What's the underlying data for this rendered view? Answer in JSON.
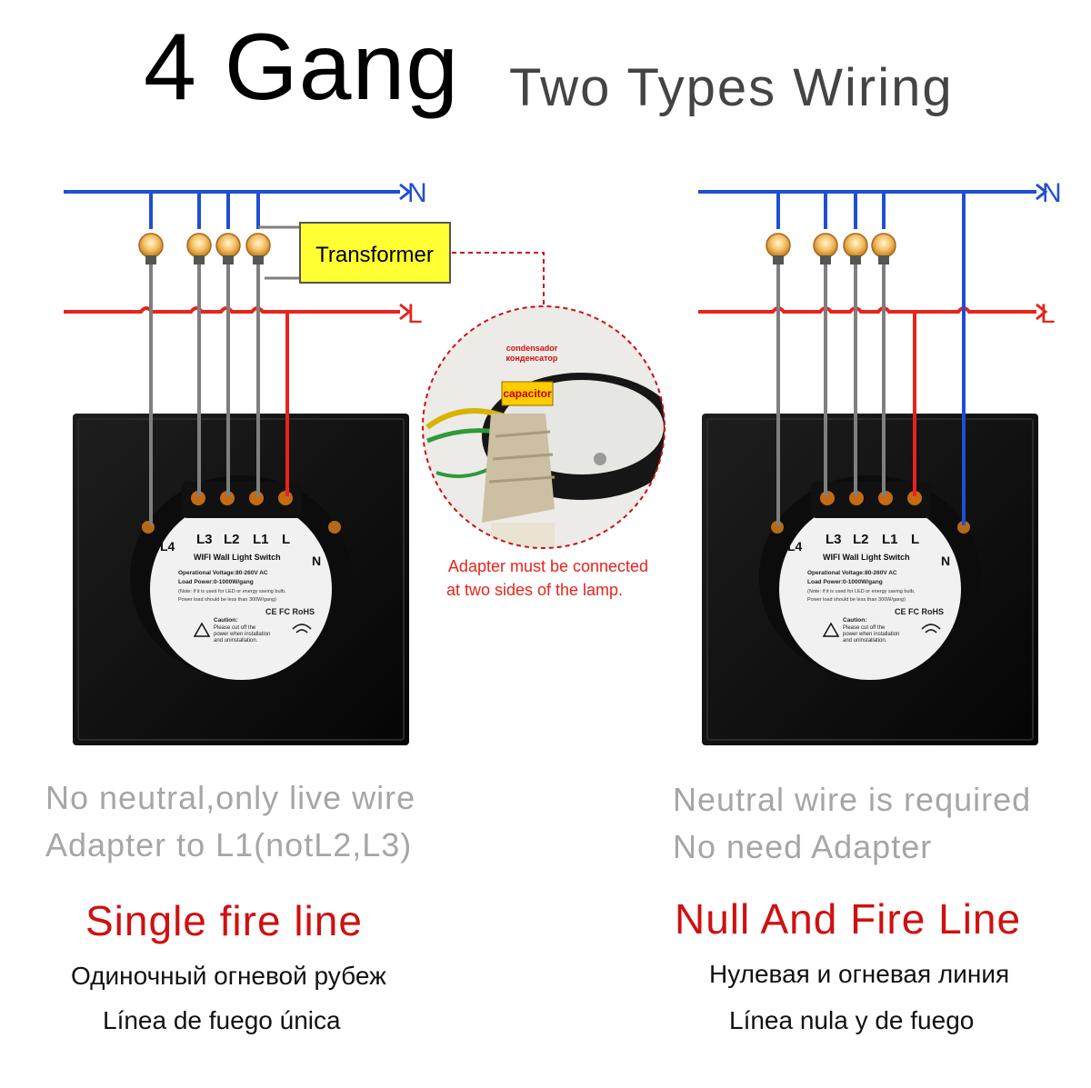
{
  "title": {
    "main": "4 Gang",
    "sub": "Two Types Wiring"
  },
  "wire_labels": {
    "neutral": "N",
    "live": "L"
  },
  "transformer_label": "Transformer",
  "inset": {
    "top_label_1": "condensador",
    "top_label_2": "конденсатор",
    "capacitor_label": "capacitor"
  },
  "adapter_note": {
    "line1": "Adapter must be connected",
    "line2": "at two sides of the lamp."
  },
  "switch": {
    "terminals": [
      "L3",
      "L2",
      "L1",
      "L"
    ],
    "l4": "L4",
    "n": "N",
    "label": "WIFI Wall Light Switch",
    "voltage": "Operational Voltage:80-260V AC",
    "load": "Load Power:0-1000W/gang",
    "note1": "(Note: if it is used for LED or energy saving bulb,",
    "note2": "Power load should be less than 300W/gang)",
    "cert": "CE FC RoHS",
    "caution_title": "Caution:",
    "caution1": "Please cut off the",
    "caution2": "power when installation",
    "caution3": "and uninstallation."
  },
  "left": {
    "desc1": "No neutral,only live wire",
    "desc2": "Adapter to L1(notL2,L3)",
    "title": "Single fire line",
    "ru": "Одиночный огневой рубеж",
    "es": "Línea de fuego única"
  },
  "right": {
    "desc1": "Neutral wire is required",
    "desc2": "No need Adapter",
    "title": "Null And Fire Line",
    "ru": "Нулевая и огневая линия",
    "es": "Línea nula y de fuego"
  },
  "colors": {
    "neutral": "#1f4fd1",
    "live": "#e8231b",
    "lamp_wire": "#7f7f7f",
    "transformer": "#ffff33",
    "title_red": "#d01010"
  }
}
